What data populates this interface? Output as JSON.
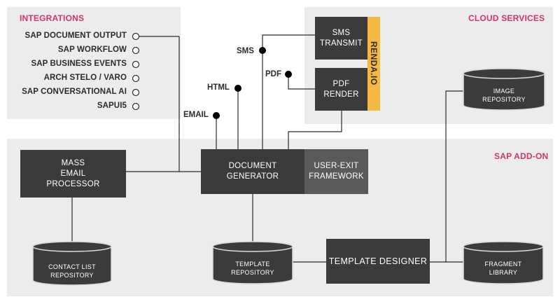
{
  "panels": {
    "integrations": "INTEGRATIONS",
    "cloud_services": "CLOUD SERVICES",
    "sap_addon": "SAP ADD-ON"
  },
  "integrations": [
    "SAP DOCUMENT OUTPUT",
    "SAP WORKFLOW",
    "SAP BUSINESS EVENTS",
    "ARCH STELO / VARO",
    "SAP CONVERSATIONAL AI",
    "SAPUI5"
  ],
  "cloud": {
    "sms": "SMS\nTRANSMIT",
    "pdf": "PDF\nRENDER",
    "vendor": "RENDA.IO",
    "image_repo": "IMAGE\nREPOSITORY"
  },
  "connectors": {
    "sms": "SMS",
    "pdf": "PDF",
    "html": "HTML",
    "email": "EMAIL"
  },
  "addon": {
    "mass_email": "MASS\nEMAIL\nPROCESSOR",
    "doc_gen": "DOCUMENT\nGENERATOR",
    "user_exit": "USER-EXIT\nFRAMEWORK",
    "template_designer": "TEMPLATE DESIGNER",
    "contact_list": "CONTACT LIST\nREPOSITORY",
    "template_repo": "TEMPLATE\nREPOSITORY",
    "fragment_lib": "FRAGMENT\nLIBRARY"
  },
  "colors": {
    "accent": "#d6336c",
    "vendor": "#f5b942",
    "box": "#3b3b3b"
  }
}
